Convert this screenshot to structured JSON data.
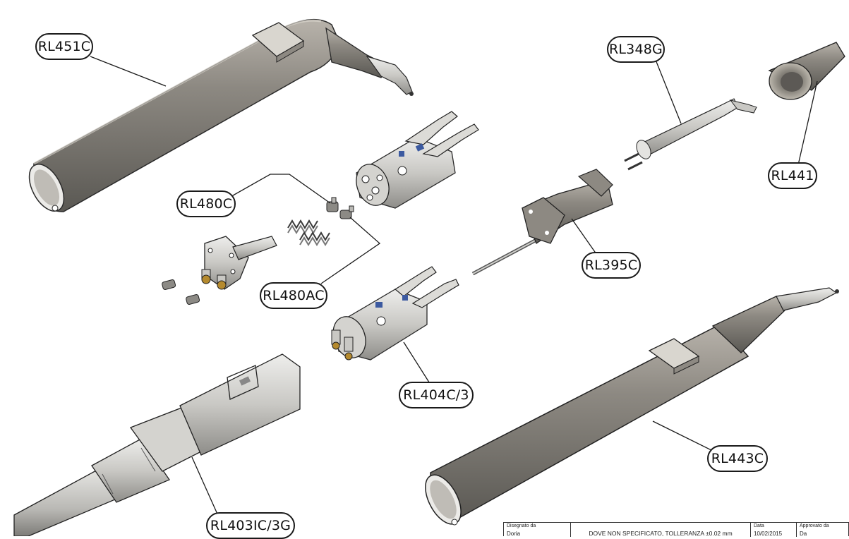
{
  "callouts": {
    "rl451c": "RL451C",
    "rl348g": "RL348G",
    "rl441": "RL441",
    "rl480c": "RL480C",
    "rl480ac": "RL480AC",
    "rl395c": "RL395C",
    "rl404c3": "RL404C/3",
    "rl443c": "RL443C",
    "rl403ic3g": "RL403IC/3G"
  },
  "title_block": {
    "drawn_by_label": "Disegnato da",
    "drawn_by_value": "Doria",
    "note": "DOVE NON SPECIFICATO, TOLLERANZA ±0.02 mm",
    "date_label": "Data",
    "date_value": "10/02/2015",
    "approved_label": "Approvato da",
    "approved_value": "Da"
  },
  "colors": {
    "shell_dark": "#6a6762",
    "shell_mid": "#8f8b84",
    "shell_light": "#c9c5bd",
    "metal": "#d7d7d3",
    "accent_blue": "#3c5aa0",
    "brass": "#b58a2e",
    "leader": "#1a1a1a"
  }
}
